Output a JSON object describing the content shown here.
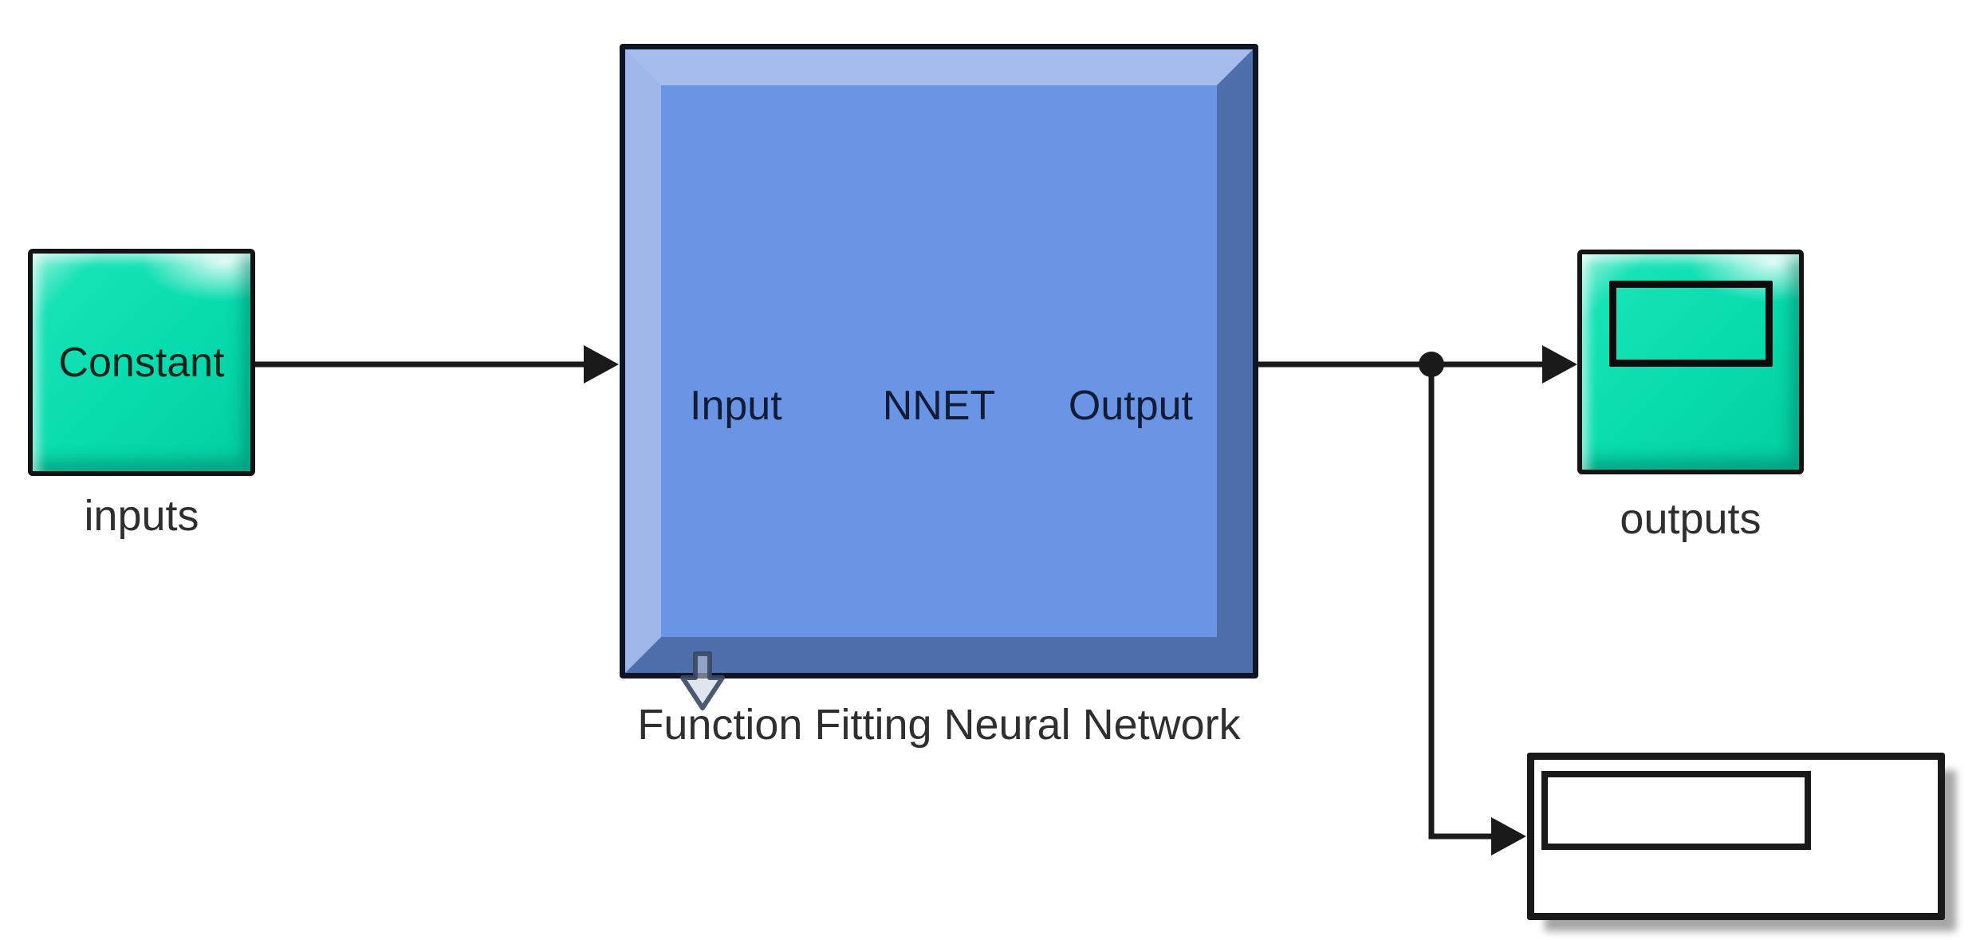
{
  "diagram": {
    "type": "simulink-block-diagram",
    "blocks": {
      "constant": {
        "block_text": "Constant",
        "name_label": "inputs",
        "fill_color": "#07dcae",
        "border_color": "#141414"
      },
      "nnet": {
        "input_port_label": "Input",
        "center_text": "NNET",
        "output_port_label": "Output",
        "name_label": "Function Fitting Neural Network",
        "fill_color": "#6a95e5",
        "bevel_light_color": "#a6bcec",
        "bevel_dark_color": "#4e6fac",
        "border_color": "#0d1526",
        "badge_icon": "look-under-mask-down-arrow"
      },
      "scope": {
        "name_label": "outputs",
        "fill_color": "#07dcae",
        "screen_border_color": "#0c0c0c"
      },
      "display": {
        "value": "",
        "fill_color": "#ffffff",
        "border_color": "#1a1a1a"
      }
    },
    "wires": {
      "color": "#1a1a1a",
      "connections": [
        "constant -> nnet.Input",
        "nnet.Output -> scope (with branch junction)",
        "junction -> display"
      ]
    }
  }
}
